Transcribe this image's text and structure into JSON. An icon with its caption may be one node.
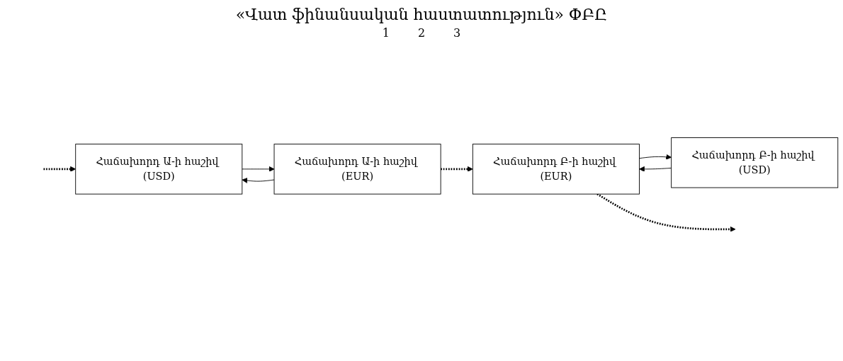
{
  "diagram": {
    "title": "«Վատ ֆինանսական հաստատություն» ՓԲԸ",
    "nodes": [
      {
        "text": [
          "Հաճախորդ Ա-ի հաշիվ (USD)"
        ]
      },
      {
        "text": [
          "Հաճախորդ Ա-ի հաշիվ (EUR)"
        ]
      },
      {
        "text": [
          "Հաճախորդ Բ-ի հաշիվ (USD)"
        ]
      },
      {
        "text": [
          "Հաճախորդ Բ-ի հաշիվ (EUR)"
        ]
      }
    ],
    "edges": [
      {
        "from": 0,
        "to": 1,
        "arrow": "to"
      },
      {
        "from": 1,
        "to": 0,
        "arrow": "to"
      },
      {
        "from": 3,
        "to": 2,
        "arrow": "to"
      },
      {
        "from": 2,
        "to": 3,
        "arrow": "to"
      },
      {
        "from": null,
        "to": 0,
        "arrow": "to",
        "style": "dashed"
      },
      {
        "from": 3,
        "to": null,
        "arrow": "to",
        "style": "dashed"
      },
      {
        "from": 1,
        "to": 3,
        "arrow": "to",
        "style": "dashed"
      }
    ],
    "labels": [
      "1",
      "2",
      "3"
    ]
  }
}
